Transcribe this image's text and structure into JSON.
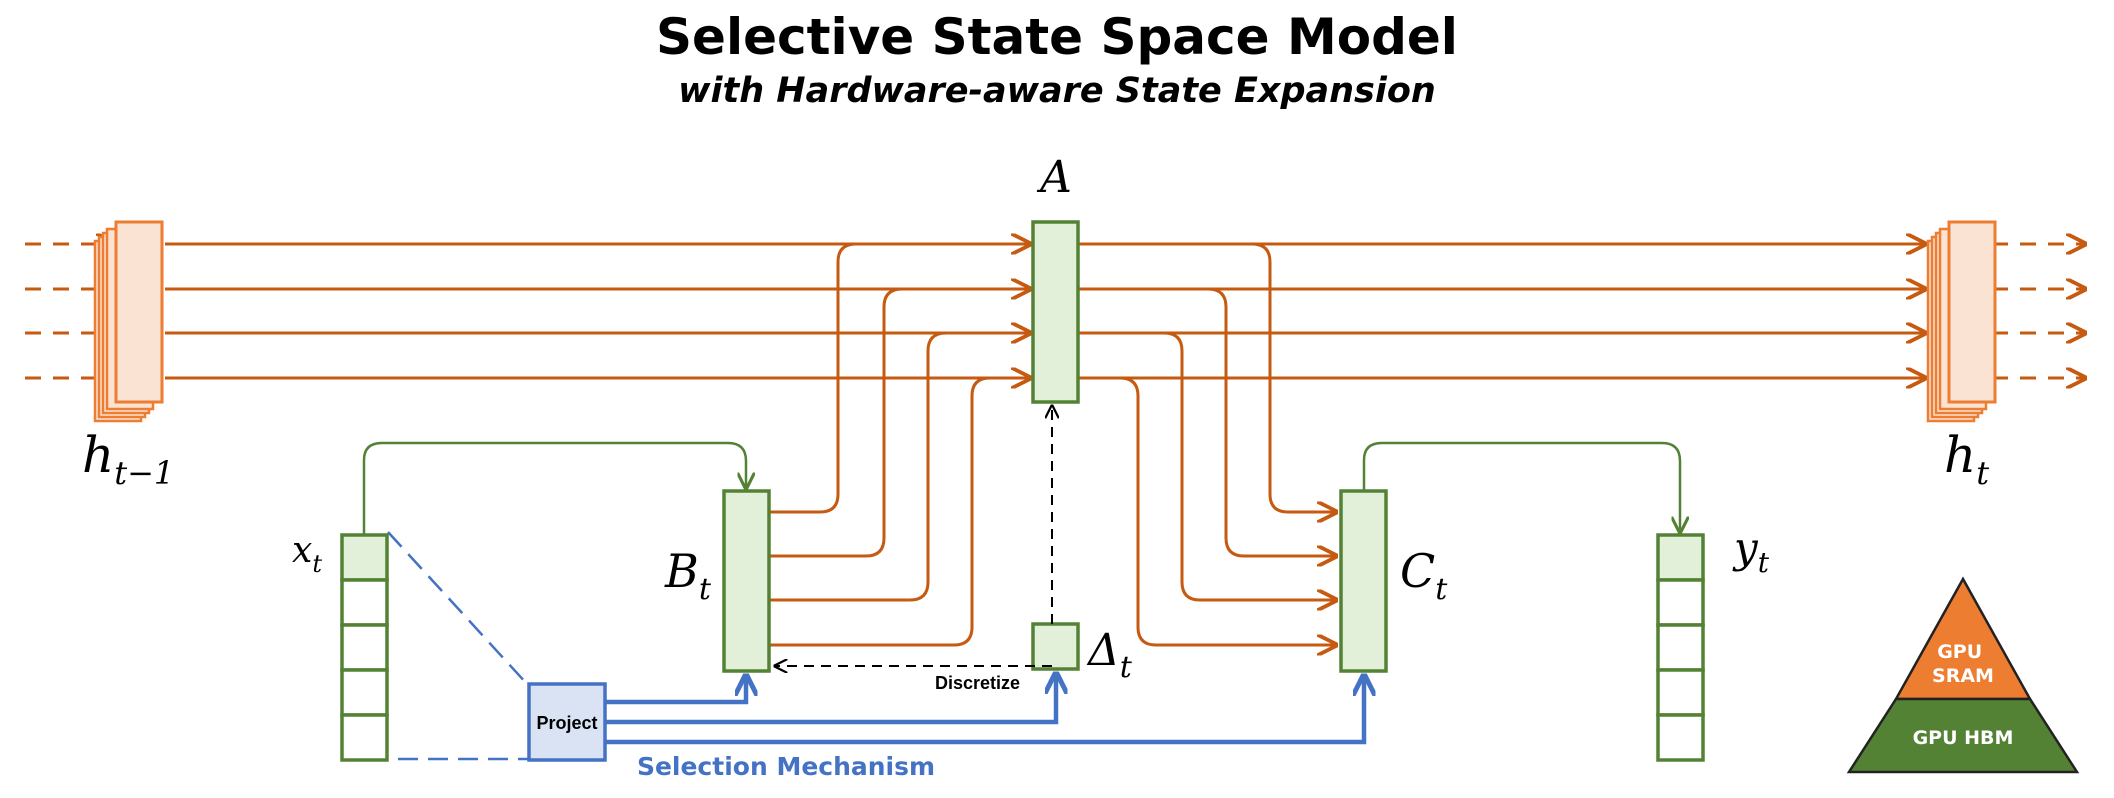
{
  "title": "Selective State Space Model",
  "subtitle": "with Hardware-aware State Expansion",
  "labels": {
    "h_prev": {
      "base": "h",
      "sub": "t−1"
    },
    "h_next": {
      "base": "h",
      "sub": "t"
    },
    "A": {
      "base": "A"
    },
    "x": {
      "base": "x",
      "sub": "t"
    },
    "B": {
      "base": "B",
      "sub": "t"
    },
    "C": {
      "base": "C",
      "sub": "t"
    },
    "y": {
      "base": "y",
      "sub": "t"
    },
    "delta": {
      "base": "Δ",
      "sub": "t"
    }
  },
  "project_label": "Project",
  "discretize_label": "Discretize",
  "selection_label": "Selection Mechanism",
  "memory_hierarchy": {
    "top": [
      "GPU",
      "SRAM"
    ],
    "bottom": "GPU HBM"
  },
  "colors": {
    "state": "#c65a11",
    "state_fill": "#fae3d3",
    "state_edge": "#ed7d31",
    "param": "#548235",
    "param_fill": "#e2efd9",
    "selection": "#4472c4",
    "project_fill": "#dae3f3",
    "sram": "#ed7d31",
    "hbm": "#548235"
  }
}
